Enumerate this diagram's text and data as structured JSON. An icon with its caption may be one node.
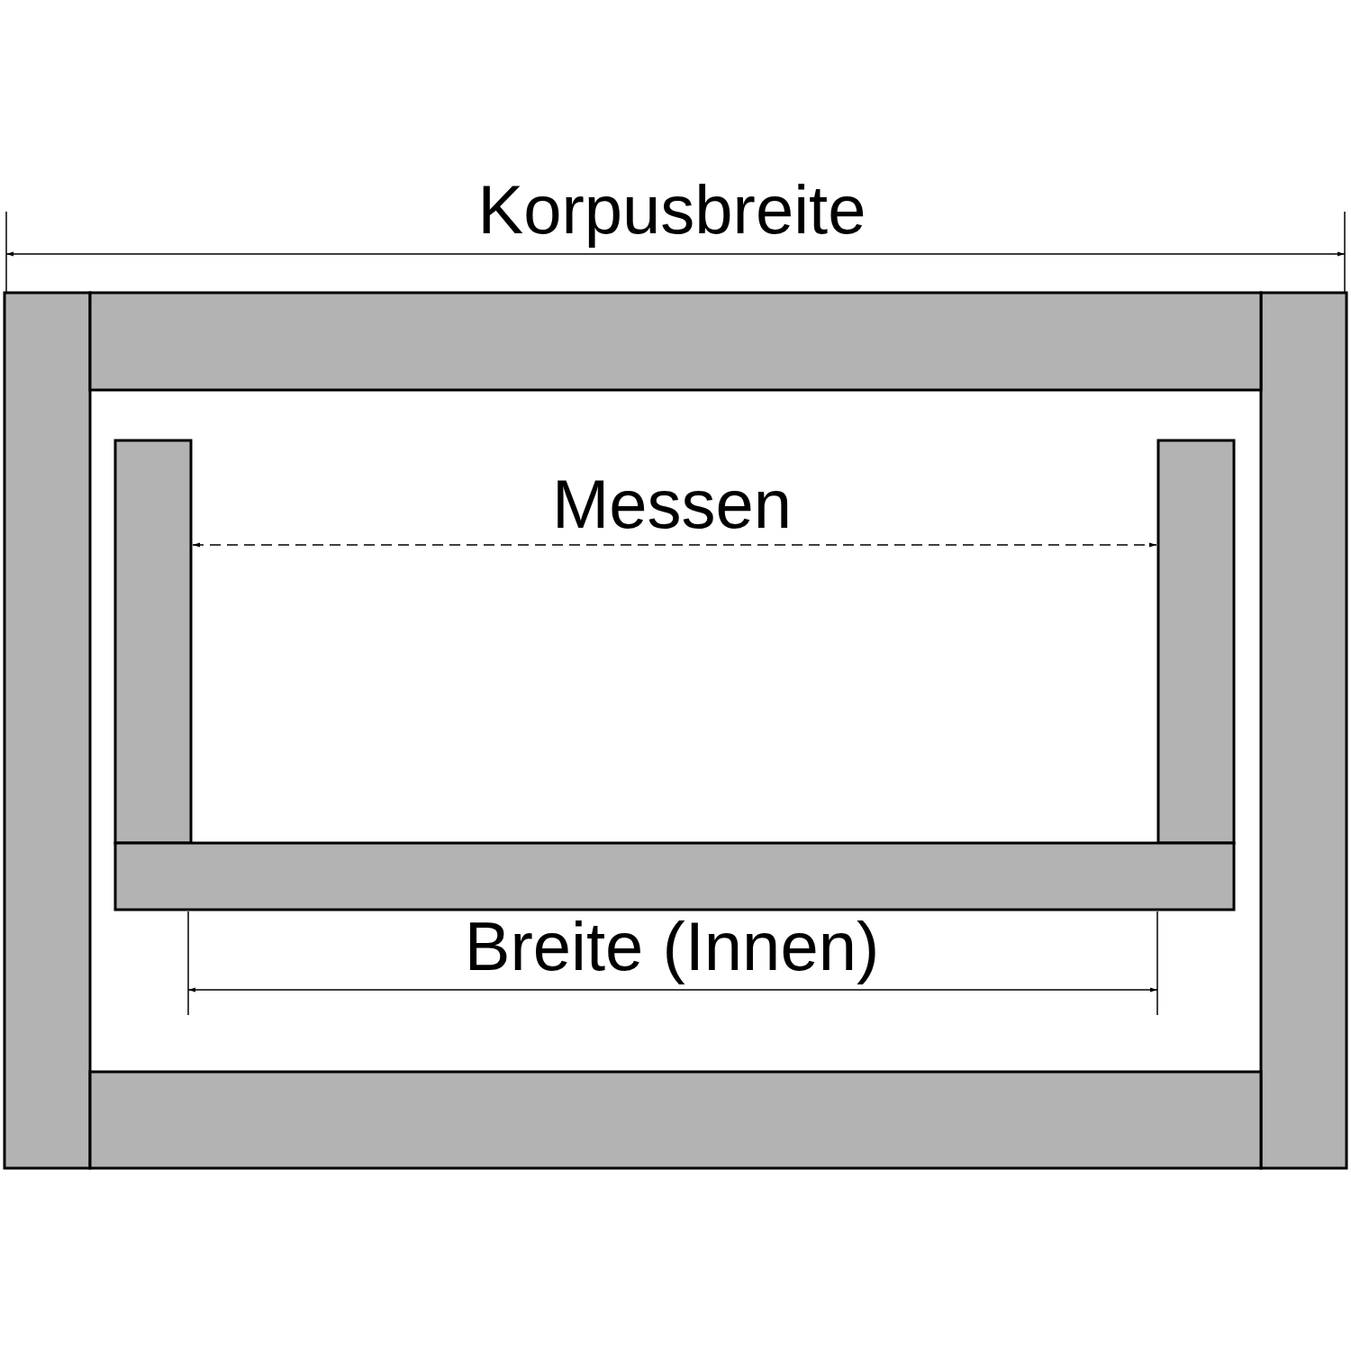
{
  "diagram": {
    "labels": [
      "Korpusbreite",
      "Messen",
      "Breite (Innen)"
    ]
  }
}
